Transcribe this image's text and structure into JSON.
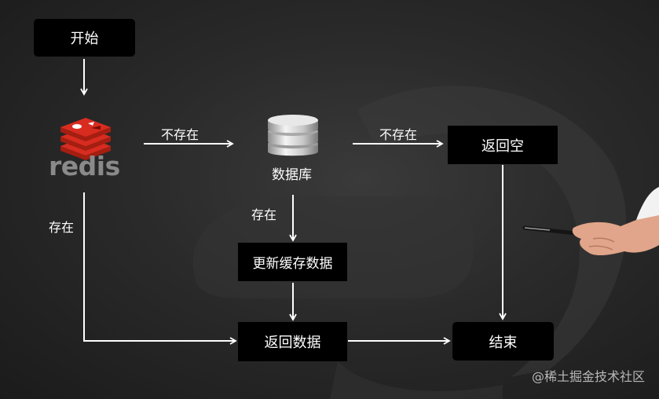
{
  "nodes": {
    "start": "开始",
    "database": "数据库",
    "return_empty": "返回空",
    "update_cache": "更新缓存数据",
    "return_data": "返回数据",
    "end": "结束"
  },
  "edge_labels": {
    "redis_not_exist": "不存在",
    "db_not_exist": "不存在",
    "db_exist": "存在",
    "redis_exist": "存在"
  },
  "logo": {
    "redis_text": "redis"
  },
  "watermark": "@稀土掘金技术社区",
  "colors": {
    "background": "#2a2a2a",
    "node_fill": "#000000",
    "text": "#ffffff",
    "redis_red": "#d82c20"
  }
}
